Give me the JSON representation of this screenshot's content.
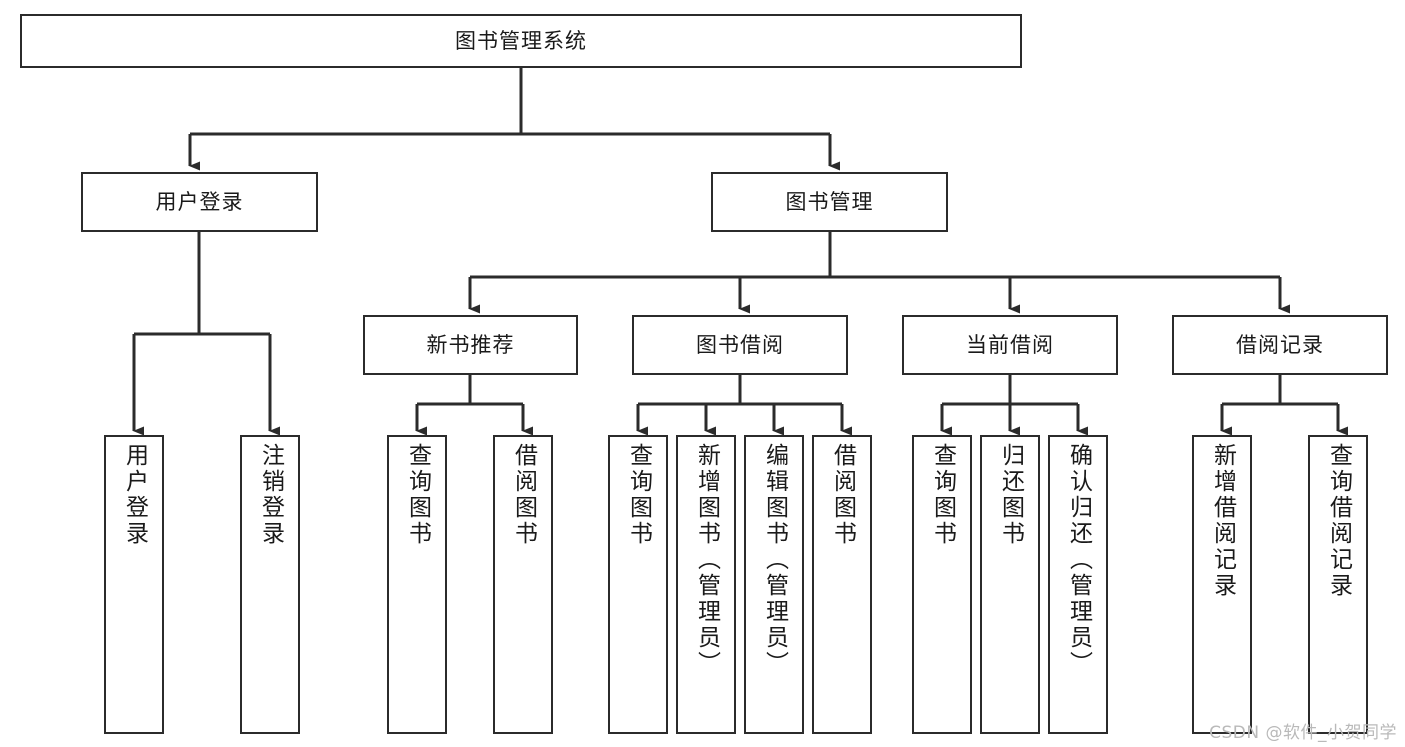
{
  "diagram": {
    "title": "图书管理系统",
    "type": "tree-hierarchy",
    "root": {
      "id": "root",
      "label": "图书管理系统"
    },
    "level2": [
      {
        "id": "user-login",
        "label": "用户登录"
      },
      {
        "id": "book-manage",
        "label": "图书管理"
      }
    ],
    "level3": [
      {
        "id": "new-book-rec",
        "label": "新书推荐",
        "parent": "book-manage"
      },
      {
        "id": "book-borrow",
        "label": "图书借阅",
        "parent": "book-manage"
      },
      {
        "id": "current-borrow",
        "label": "当前借阅",
        "parent": "book-manage"
      },
      {
        "id": "borrow-record",
        "label": "借阅记录",
        "parent": "book-manage"
      }
    ],
    "leaves": [
      {
        "id": "leaf-user-login",
        "label": "用户登录",
        "parent": "user-login"
      },
      {
        "id": "leaf-logout",
        "label": "注销登录",
        "parent": "user-login"
      },
      {
        "id": "leaf-query-book-1",
        "label": "查询图书",
        "parent": "new-book-rec"
      },
      {
        "id": "leaf-borrow-book-1",
        "label": "借阅图书",
        "parent": "new-book-rec"
      },
      {
        "id": "leaf-query-book-2",
        "label": "查询图书",
        "parent": "book-borrow"
      },
      {
        "id": "leaf-add-book",
        "label": "新增图书（管理员）",
        "parent": "book-borrow"
      },
      {
        "id": "leaf-edit-book",
        "label": "编辑图书（管理员）",
        "parent": "book-borrow"
      },
      {
        "id": "leaf-borrow-book-2",
        "label": "借阅图书",
        "parent": "book-borrow"
      },
      {
        "id": "leaf-query-book-3",
        "label": "查询图书",
        "parent": "current-borrow"
      },
      {
        "id": "leaf-return-book",
        "label": "归还图书",
        "parent": "current-borrow"
      },
      {
        "id": "leaf-confirm-return",
        "label": "确认归还（管理员）",
        "parent": "current-borrow"
      },
      {
        "id": "leaf-add-record",
        "label": "新增借阅记录",
        "parent": "borrow-record"
      },
      {
        "id": "leaf-query-record",
        "label": "查询借阅记录",
        "parent": "borrow-record"
      }
    ],
    "colors": {
      "stroke": "#2b2b2b",
      "fill": "#ffffff",
      "text": "#1a1a1a",
      "watermark": "#b9b9b9"
    }
  },
  "watermark": {
    "text": "CSDN @软件_小贺同学"
  }
}
